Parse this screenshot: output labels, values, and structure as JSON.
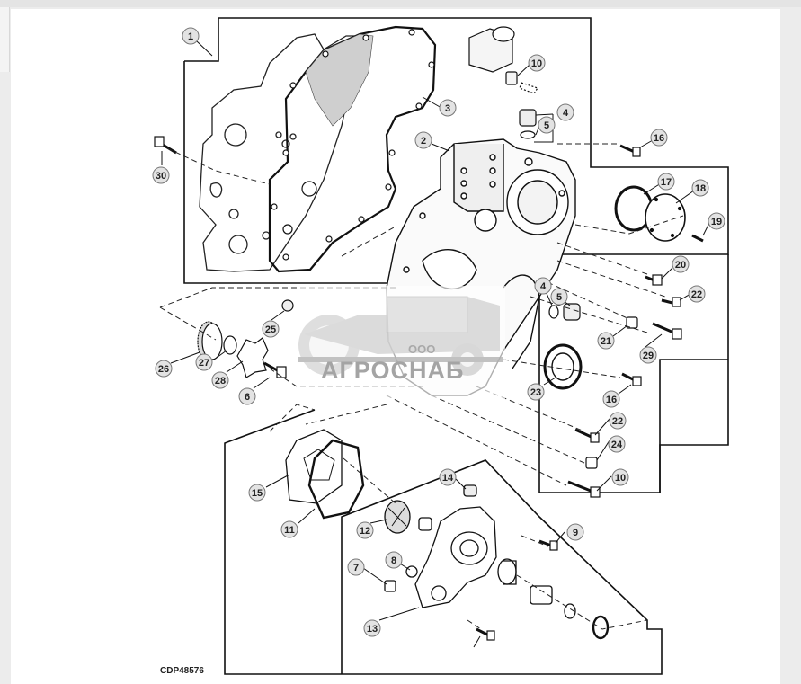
{
  "figure_code": "CDP48576",
  "watermark": {
    "company_type": "ООО",
    "company_name": "АГРОСНАБ"
  },
  "callouts": [
    "1",
    "2",
    "3",
    "4",
    "5",
    "10",
    "16",
    "17",
    "18",
    "19",
    "30",
    "20",
    "4",
    "5",
    "22",
    "21",
    "29",
    "25",
    "26",
    "27",
    "28",
    "6",
    "23",
    "16",
    "22",
    "24",
    "10",
    "14",
    "15",
    "11",
    "12",
    "9",
    "8",
    "7",
    "13"
  ]
}
